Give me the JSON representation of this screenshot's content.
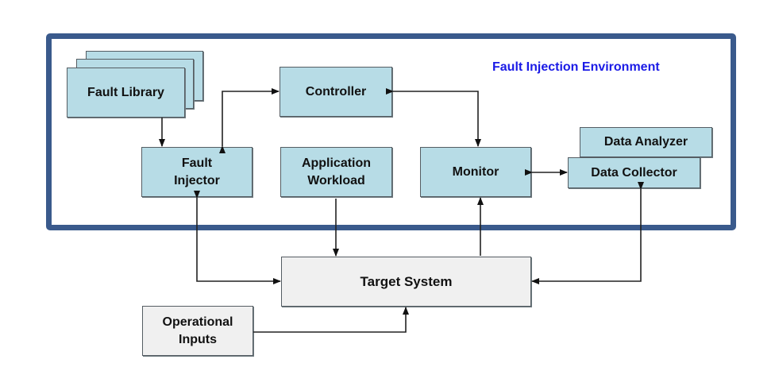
{
  "diagram": {
    "environment_label": "Fault Injection Environment",
    "colors": {
      "frame": "#3a5a8c",
      "environment_label": "#1a1ae6",
      "component_fill": "#b7dce6",
      "external_fill": "#f0f0f0"
    },
    "components": {
      "fault_library": "Fault Library",
      "controller": "Controller",
      "fault_injector": "Fault\nInjector",
      "application_workload": "Application\nWorkload",
      "monitor": "Monitor",
      "data_analyzer": "Data Analyzer",
      "data_collector": "Data Collector",
      "target_system": "Target System",
      "operational_inputs": "Operational\nInputs"
    },
    "connections": [
      {
        "from": "fault_library",
        "to": "fault_injector",
        "direction": "one-way"
      },
      {
        "from": "fault_injector",
        "to": "controller",
        "direction": "two-way"
      },
      {
        "from": "controller",
        "to": "monitor",
        "direction": "two-way"
      },
      {
        "from": "monitor",
        "to": "data_collector",
        "direction": "two-way"
      },
      {
        "from": "fault_injector",
        "to": "target_system",
        "direction": "two-way"
      },
      {
        "from": "application_workload",
        "to": "target_system",
        "direction": "one-way"
      },
      {
        "from": "target_system",
        "to": "monitor",
        "direction": "one-way"
      },
      {
        "from": "target_system",
        "to": "data_collector",
        "direction": "two-way"
      },
      {
        "from": "operational_inputs",
        "to": "target_system",
        "direction": "one-way"
      }
    ]
  }
}
